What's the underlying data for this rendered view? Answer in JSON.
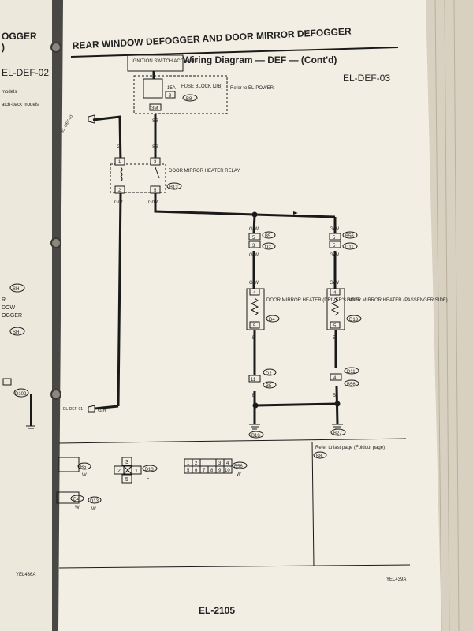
{
  "header": {
    "title": "REAR WINDOW DEFOGGER AND DOOR MIRROR DEFOGGER",
    "subtitle": "Wiring Diagram — DEF — (Cont'd)",
    "diagram_code": "EL-DEF-03"
  },
  "left_page": {
    "title_fragments": [
      "OGGER",
      ")",
      "EL-DEF-02",
      "models",
      "atch-back models"
    ],
    "icons": [
      "SH",
      "SH"
    ],
    "legend_fragments": [
      "R",
      "DOW",
      "OGGER"
    ],
    "connector_code": "D102"
  },
  "top_block": {
    "ignition": "IGNITION SWITCH ACC or ON",
    "fuse_amp": "15A",
    "fuse_num": "9",
    "fuse_label": "FUSE BLOCK (J/B)",
    "fuse_conn": "B8",
    "fuse_term": "3M",
    "refer": "Refer to EL-POWER."
  },
  "relay": {
    "label": "DOOR MIRROR HEATER RELAY",
    "conn": "B13",
    "pins": [
      "1",
      "2",
      "3",
      "5"
    ],
    "wire_g": "G",
    "wire_sb": "SB",
    "wire_sb2": "SB",
    "wire_gr": "G/R",
    "wire_gw": "G/W",
    "ref_top": "EL-DEF-01",
    "ref_bottom": "EL-DEF-01",
    "ref_bottom_wire": "G/R"
  },
  "driver_branch": {
    "wire1": "G/W",
    "conn1_pin": "5",
    "conn1": "B5",
    "conn2_pin": "3",
    "conn2": "D2",
    "wire2": "G/W",
    "wire3": "G/W",
    "heater_pin_in": "4",
    "heater_label": "DOOR MIRROR HEATER (DRIVER'S SIDE)",
    "heater_conn": "D4",
    "heater_pin_out": "5",
    "wire4": "B",
    "conn3_pin": "11",
    "conn3a": "D2",
    "conn3b": "B5",
    "wire5": "B",
    "ground": "B18"
  },
  "passenger_branch": {
    "wire1": "G/W",
    "conn1_pin": "5",
    "conn1": "B56",
    "conn2_pin": "5",
    "conn2": "D11",
    "wire2": "G/W",
    "wire3": "G/W",
    "heater_pin_in": "4",
    "heater_label": "DOOR MIRROR HEATER (PASSENGER SIDE)",
    "heater_conn": "D13",
    "heater_pin_out": "5",
    "wire4": "B",
    "conn3_pin": "4",
    "conn3a": "D11",
    "conn3b": "B56",
    "wire5": "B",
    "ground": "B27"
  },
  "connector_views": {
    "c1": {
      "code": "B5",
      "color": "W"
    },
    "c2": {
      "code": "B13",
      "color": "L",
      "pins": [
        "3",
        "2",
        "1",
        "5"
      ]
    },
    "c3": {
      "code": "B56",
      "color": "W",
      "pins": [
        "1",
        "2",
        "3",
        "4",
        "5",
        "6",
        "7",
        "8",
        "9",
        "10"
      ]
    },
    "c4": {
      "codes": [
        "D4",
        "D13"
      ],
      "colors": [
        "W",
        "W"
      ]
    }
  },
  "footer": {
    "refer": "Refer to last page (Foldout page).",
    "refer_code": "B8",
    "figure_code": "YEL439A",
    "left_figure_code": "YEL436A",
    "page_number": "EL-2105"
  },
  "colors": {
    "paper": "#f2eee3",
    "ink": "#1a1a1a",
    "binding": "#3e3d3a"
  }
}
